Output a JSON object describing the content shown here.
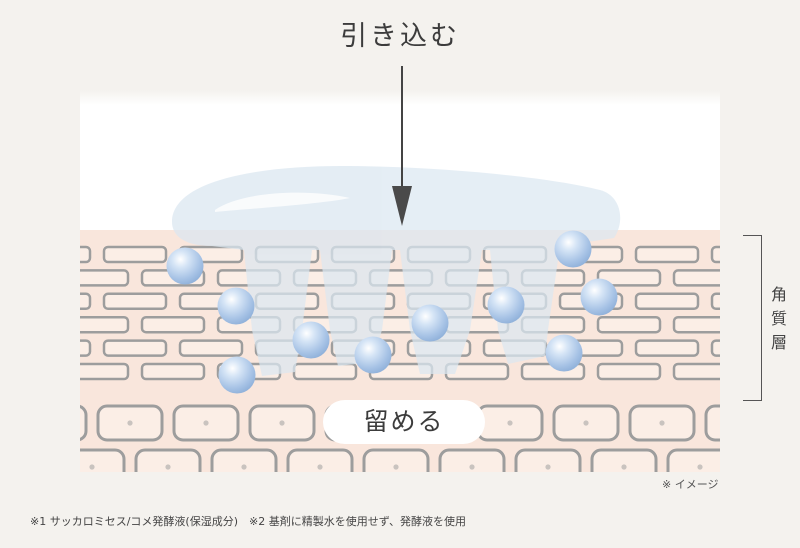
{
  "title": "引き込む",
  "retain_label": "留める",
  "side_label": [
    "角",
    "質",
    "層"
  ],
  "image_note": "※ イメージ",
  "footnote": "※1 サッカロミセス/コメ発酵液(保湿成分)　※2 基剤に精製水を使用せず、発酵液を使用",
  "colors": {
    "background": "#f4f2ee",
    "skin": "#f9e6dc",
    "cell_stroke": "#9a9a9a",
    "gel": "#dde8f1",
    "sphere": "#a9c4e6"
  }
}
